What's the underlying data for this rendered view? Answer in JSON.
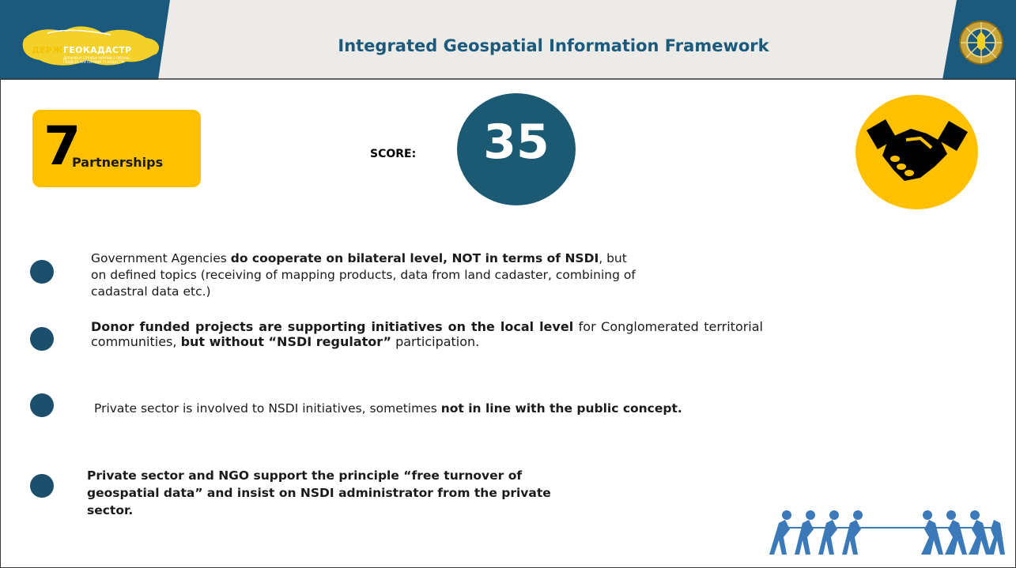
{
  "header": {
    "title": "Integrated Geospatial Information Framework",
    "logo": {
      "name_part_1": "ДЕРЖ",
      "name_part_2": "ГЕОКАДАСТР",
      "subtitle": "ДЕРЖАВНА СЛУЖБА УКРАЇНИ З ПИТАНЬ ГЕОДЕЗІЇ, КАРТОГРАФІЇ ТА КАДАСТРУ"
    }
  },
  "principle": {
    "number": "7",
    "label": "Partnerships"
  },
  "score": {
    "label": "SCORE:",
    "value": "35"
  },
  "bullets": [
    {
      "p1": "Government Agencies ",
      "b1": "do cooperate on bilateral level, NOT in terms of NSDI",
      "p2": ", but on defined topics (receiving of mapping products, data from land cadaster, combining of cadastral data etc.)"
    },
    {
      "b1": "Donor funded projects are supporting initiatives on the local level",
      "p1": " for Conglomerated territorial communities, ",
      "b2": "but without “NSDI regulator”",
      "p2": " participation."
    },
    {
      "p1": "Private sector is involved to NSDI initiatives, sometimes ",
      "b1": "not in line with the public concept."
    },
    {
      "b1": "Private sector and NGO support the principle “free turnover of geospatial data” and insist on NSDI administrator from the private sector."
    }
  ],
  "colors": {
    "accent_yellow": "#ffc000",
    "dark_teal": "#1b5a72",
    "title_blue": "#1b5a7c",
    "header_bg": "#ecebe8"
  },
  "icons": [
    "handshake-icon",
    "tug-of-war-icon",
    "emblem-icon",
    "ukraine-map-logo"
  ]
}
